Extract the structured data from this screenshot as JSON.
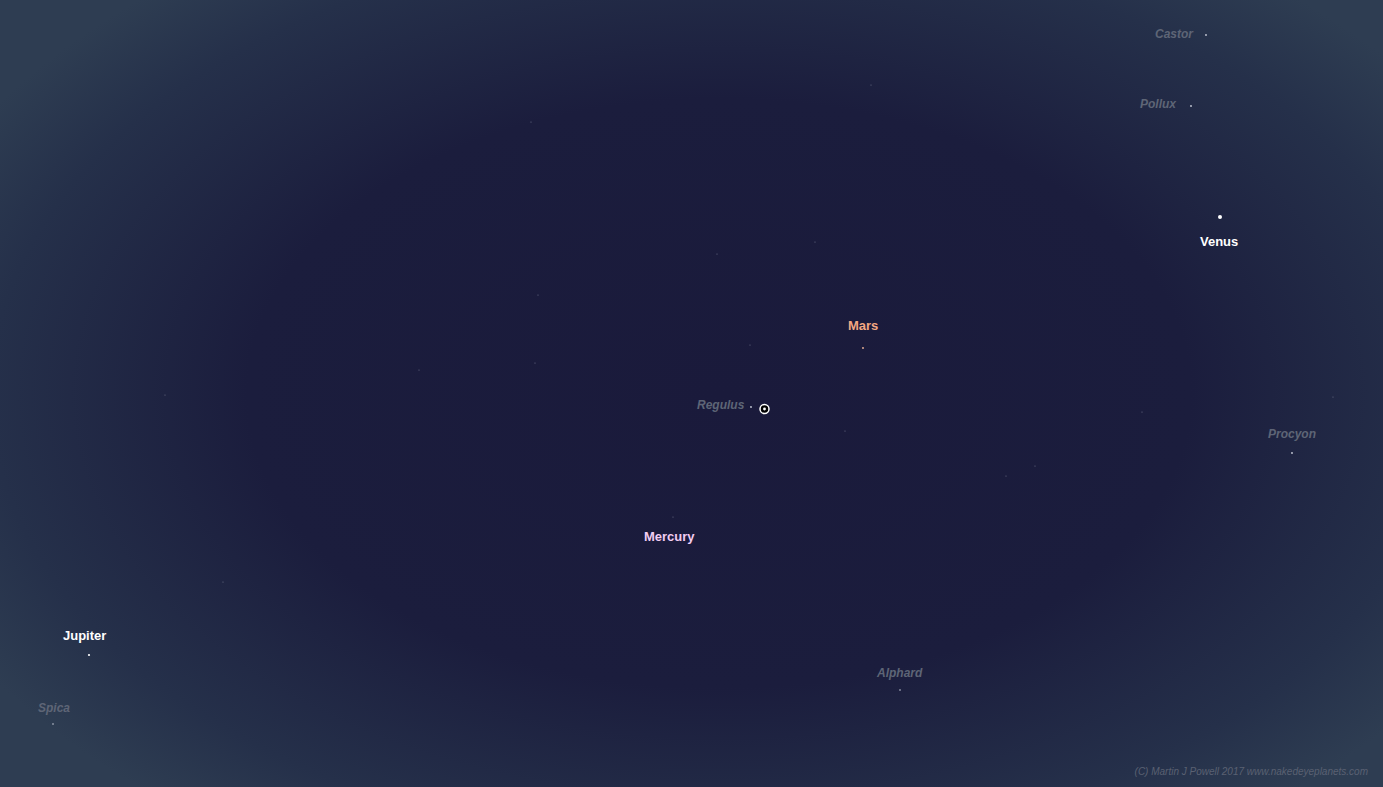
{
  "diagram": {
    "labels": [
      "Castor",
      "Pollux",
      "Venus",
      "Mars",
      "Regulus",
      "Procyon",
      "Mercury",
      "Alphard",
      "Jupiter",
      "Spica",
      "(C) Martin J Powell  2017   www.nakedeyeplanets.com"
    ]
  }
}
